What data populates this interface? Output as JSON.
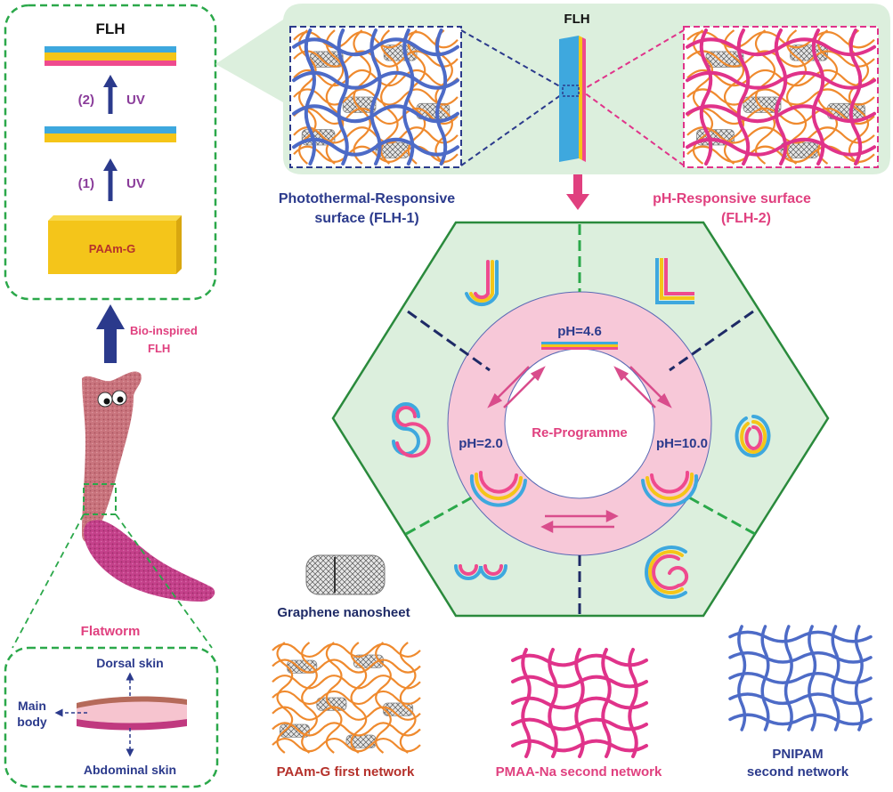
{
  "colors": {
    "navy": "#2b3a8c",
    "magenta": "#e0407f",
    "purple": "#8a3c9a",
    "green": "#2ba84a",
    "mint": "#dcefdd",
    "orange": "#ef8a2e",
    "blue_net": "#4d6bc7",
    "pink_net": "#e0338a",
    "dark_red": "#b5312b",
    "yellow": "#f5c518",
    "cyan": "#3ea8de",
    "pink_strip": "#ef4a8e",
    "ring_pink": "#f7c8d8"
  },
  "fabrication_panel": {
    "title": "FLH",
    "step2_label": "(2)",
    "step2_method": "UV",
    "step1_label": "(1)",
    "step1_method": "UV",
    "block_label": "PAAm-G"
  },
  "bio_inspired_label_line1": "Bio-inspired",
  "bio_inspired_label_line2": "FLH",
  "flatworm_label": "Flatworm",
  "cross_section": {
    "dorsal": "Dorsal skin",
    "main_line1": "Main",
    "main_line2": "body",
    "abdominal": "Abdominal skin"
  },
  "surfaces_panel": {
    "flh_label": "FLH",
    "photothermal_line1": "Photothermal-Responsive",
    "photothermal_line2": "surface (FLH-1)",
    "ph_line1": "pH-Responsive surface",
    "ph_line2": "(FLH-2)"
  },
  "hexagon": {
    "center_label": "Re-Programme",
    "ph_top": "pH=4.6",
    "ph_left": "pH=2.0",
    "ph_right": "pH=10.0",
    "shapes": [
      "J",
      "L",
      "S",
      "O",
      "3",
      "6"
    ]
  },
  "legend": {
    "graphene": "Graphene nanosheet",
    "paam": "PAAm-G first network",
    "pmaa": "PMAA-Na second network",
    "pnipam_line1": "PNIPAM",
    "pnipam_line2": "second network"
  }
}
